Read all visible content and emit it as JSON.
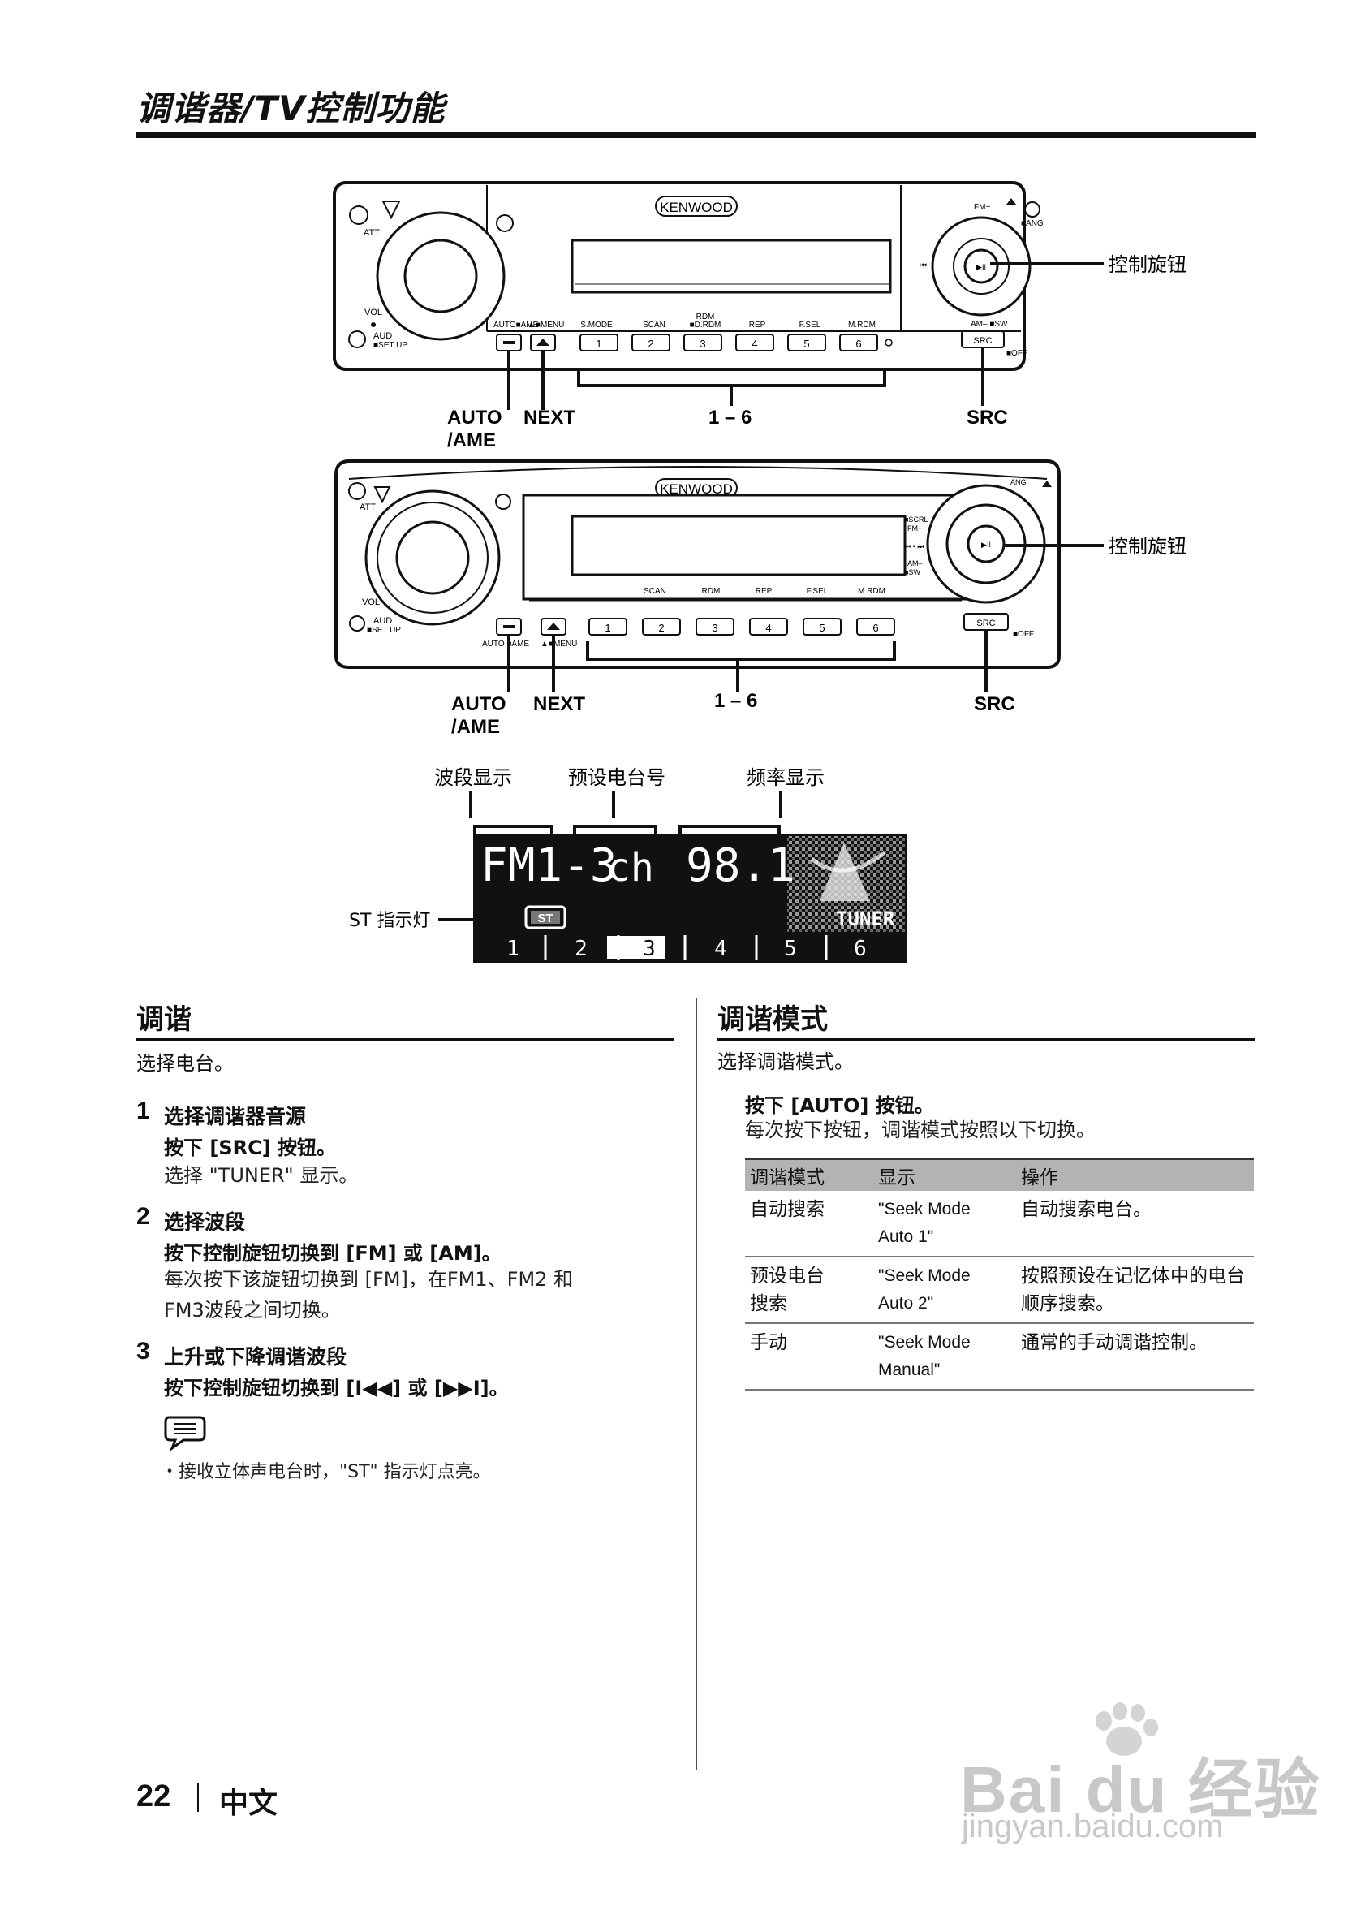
{
  "header": {
    "title": "调谐器/TV控制功能"
  },
  "diagram1": {
    "brand": "KENWOOD",
    "att": "ATT",
    "vol": "VOL",
    "aud": "AUD",
    "setup": "■SET UP",
    "fm_up": "FM+",
    "ang": "■ANG",
    "am_sw": "AM– ■SW",
    "off": "■OFF",
    "src_key": "SRC",
    "prev": "⏮",
    "play": "▶II",
    "button_labels": [
      "AUTO■AME",
      "▲■MENU",
      "S.MODE",
      "SCAN",
      "RDM ■D.RDM",
      "REP",
      "F.SEL",
      "M.RDM"
    ],
    "preset_keys": [
      "1",
      "2",
      "3",
      "4",
      "5",
      "6"
    ],
    "callouts": {
      "auto": "AUTO",
      "ame": "/AME",
      "next": "NEXT",
      "presets": "1 – 6",
      "src": "SRC",
      "knob": "控制旋钮"
    }
  },
  "diagram2": {
    "brand": "KENWOOD",
    "att": "ATT",
    "vol": "VOL",
    "aud": "AUD",
    "setup": "■SET UP",
    "ang": "ANG",
    "scrl": "■SCRL",
    "fm_up": "FM+",
    "prev_next": "⏮ • ⏭",
    "am_minus": "AM–",
    "sw": "■SW",
    "off": "■OFF",
    "src_key": "SRC",
    "play": "▶II",
    "button_row": [
      "AUTO ■AME",
      "▲■MENU"
    ],
    "func_labels": [
      "SCAN",
      "RDM",
      "REP",
      "F.SEL",
      "M.RDM"
    ],
    "preset_keys": [
      "1",
      "2",
      "3",
      "4",
      "5",
      "6"
    ],
    "callouts": {
      "auto": "AUTO",
      "ame": "/AME",
      "next": "NEXT",
      "presets": "1 – 6",
      "src": "SRC",
      "knob": "控制旋钮"
    }
  },
  "lcd": {
    "label_band": "波段显示",
    "label_preset": "预设电台号",
    "label_freq": "频率显示",
    "label_st": "ST 指示灯",
    "band": "FM1-3",
    "ch": "ch",
    "freq": "98.1",
    "st": "ST",
    "tuner": "TUNER",
    "presets": [
      "1",
      "2",
      "3",
      "4",
      "5",
      "6"
    ]
  },
  "left_section": {
    "title": "调谐",
    "intro": "选择电台。",
    "steps": [
      {
        "num": "1",
        "heading": "选择调谐器音源",
        "action": "按下 [SRC] 按钮。",
        "desc": [
          "选择 \"TUNER\" 显示。"
        ]
      },
      {
        "num": "2",
        "heading": "选择波段",
        "action": "按下控制旋钮切换到 [FM] 或 [AM]。",
        "desc": [
          "每次按下该旋钮切换到 [FM]，在FM1、FM2 和",
          "FM3波段之间切换。"
        ]
      },
      {
        "num": "3",
        "heading": "上升或下降调谐波段",
        "action": "按下控制旋钮切换到 [I◀◀] 或 [▶▶I]。",
        "desc": []
      }
    ],
    "note": "・接收立体声电台时，\"ST\" 指示灯点亮。"
  },
  "right_section": {
    "title": "调谐模式",
    "intro": "选择调谐模式。",
    "action": "按下 [AUTO] 按钮。",
    "desc": "每次按下按钮，调谐模式按照以下切换。",
    "table": {
      "headers": [
        "调谐模式",
        "显示",
        "操作"
      ],
      "rows": [
        [
          "自动搜索",
          "\"Seek Mode\n Auto 1\"",
          "自动搜索电台。"
        ],
        [
          "预设电台\n搜索",
          "\"Seek Mode\n Auto 2\"",
          "按照预设在记忆体中的电台\n顺序搜索。"
        ],
        [
          "手动",
          "\"Seek Mode\n Manual\"",
          "通常的手动调谐控制。"
        ]
      ]
    }
  },
  "footer": {
    "page": "22",
    "lang": "中文"
  },
  "watermark": {
    "logo": "Bai du 经验",
    "url": "jingyan.baidu.com"
  }
}
